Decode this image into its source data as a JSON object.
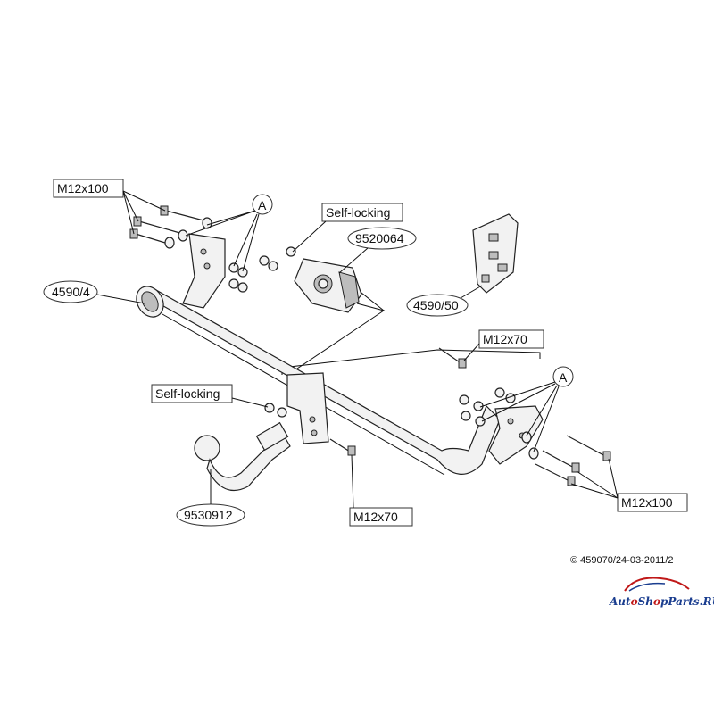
{
  "labels": {
    "bolt_top_left": "M12x100",
    "bolt_bottom_right": "M12x100",
    "bolt_short_right": "M12x70",
    "bolt_short_bottom": "M12x70",
    "callout_a_left": "A",
    "callout_a_right": "A",
    "self_locking_top": "Self-locking",
    "self_locking_bottom": "Self-locking",
    "socket_plate_part": "9520064",
    "crossbar_part": "4590/4",
    "reinforcement_part": "4590/50",
    "towball_part": "9530912"
  },
  "copyright": "© 459070/24-03-2011/2",
  "watermark": {
    "text_part1": "Aut",
    "text_o": "o",
    "text_part2": "Sh",
    "text_o2": "o",
    "text_part3": "pParts.RU"
  }
}
